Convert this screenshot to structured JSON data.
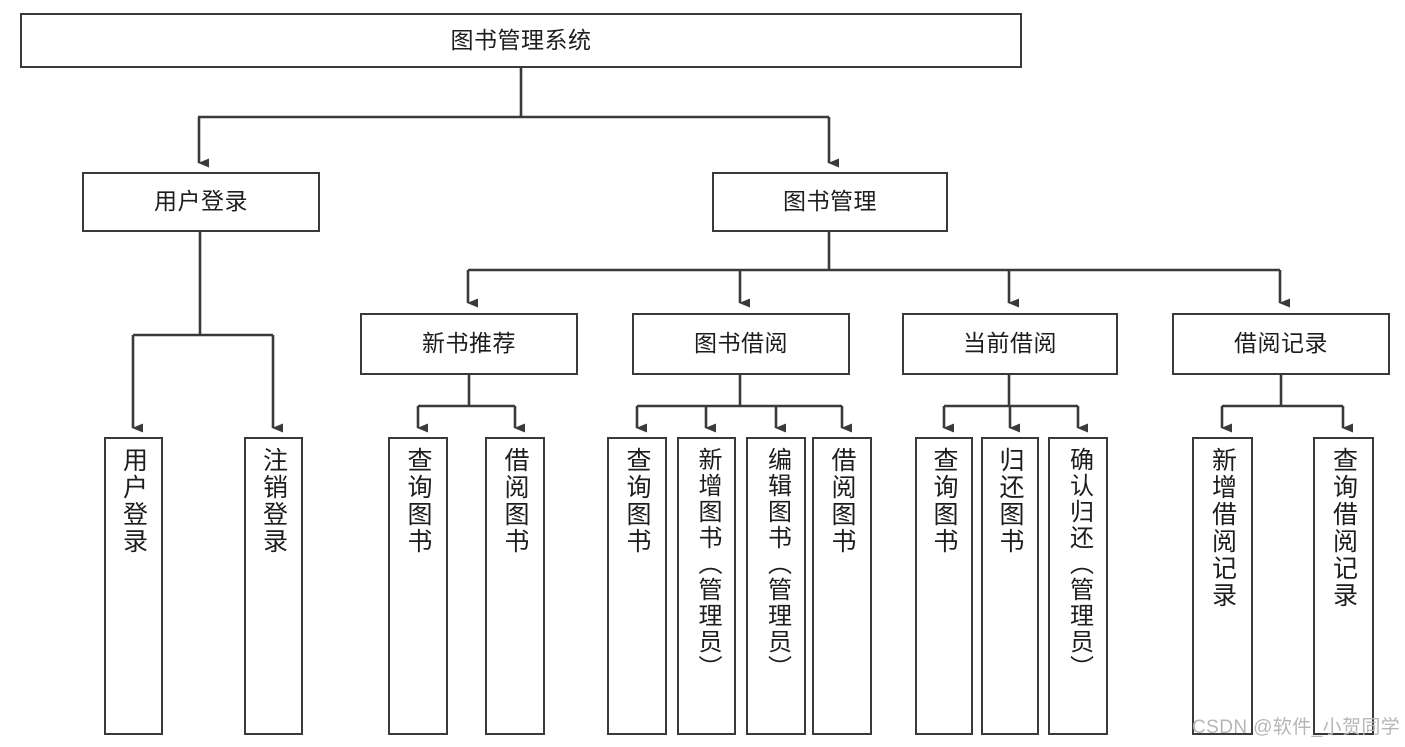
{
  "diagram": {
    "type": "hierarchy-tree",
    "title": "图书管理系统",
    "root": {
      "id": "root",
      "label": "图书管理系统"
    },
    "level1": [
      {
        "id": "user-login",
        "label": "用户登录"
      },
      {
        "id": "book-manage",
        "label": "图书管理"
      }
    ],
    "level2": [
      {
        "id": "new-book-rec",
        "label": "新书推荐"
      },
      {
        "id": "book-borrow",
        "label": "图书借阅"
      },
      {
        "id": "current-borrow",
        "label": "当前借阅"
      },
      {
        "id": "borrow-record",
        "label": "借阅记录"
      }
    ],
    "leaves": {
      "user_login": [
        {
          "id": "leaf-user-login",
          "label": "用户登录"
        },
        {
          "id": "leaf-logout-login",
          "label": "注销登录"
        }
      ],
      "new_book_rec": [
        {
          "id": "leaf-query-book-1",
          "label": "查询图书"
        },
        {
          "id": "leaf-borrow-book-1",
          "label": "借阅图书"
        }
      ],
      "book_borrow": [
        {
          "id": "leaf-query-book-2",
          "label": "查询图书"
        },
        {
          "id": "leaf-add-book",
          "label": "新增图书（管理员）"
        },
        {
          "id": "leaf-edit-book",
          "label": "编辑图书（管理员）"
        },
        {
          "id": "leaf-borrow-book-2",
          "label": "借阅图书"
        }
      ],
      "current_borrow": [
        {
          "id": "leaf-query-book-3",
          "label": "查询图书"
        },
        {
          "id": "leaf-return-book",
          "label": "归还图书"
        },
        {
          "id": "leaf-confirm-return",
          "label": "确认归还（管理员）"
        }
      ],
      "borrow_record": [
        {
          "id": "leaf-add-record",
          "label": "新增借阅记录"
        },
        {
          "id": "leaf-query-record",
          "label": "查询借阅记录"
        }
      ]
    }
  },
  "watermark": {
    "text": "CSDN @软件_小贺同学"
  },
  "colors": {
    "stroke": "#3a3a3a",
    "text": "#1d1d1d",
    "background": "#ffffff",
    "watermark": "#b6b6b6"
  }
}
